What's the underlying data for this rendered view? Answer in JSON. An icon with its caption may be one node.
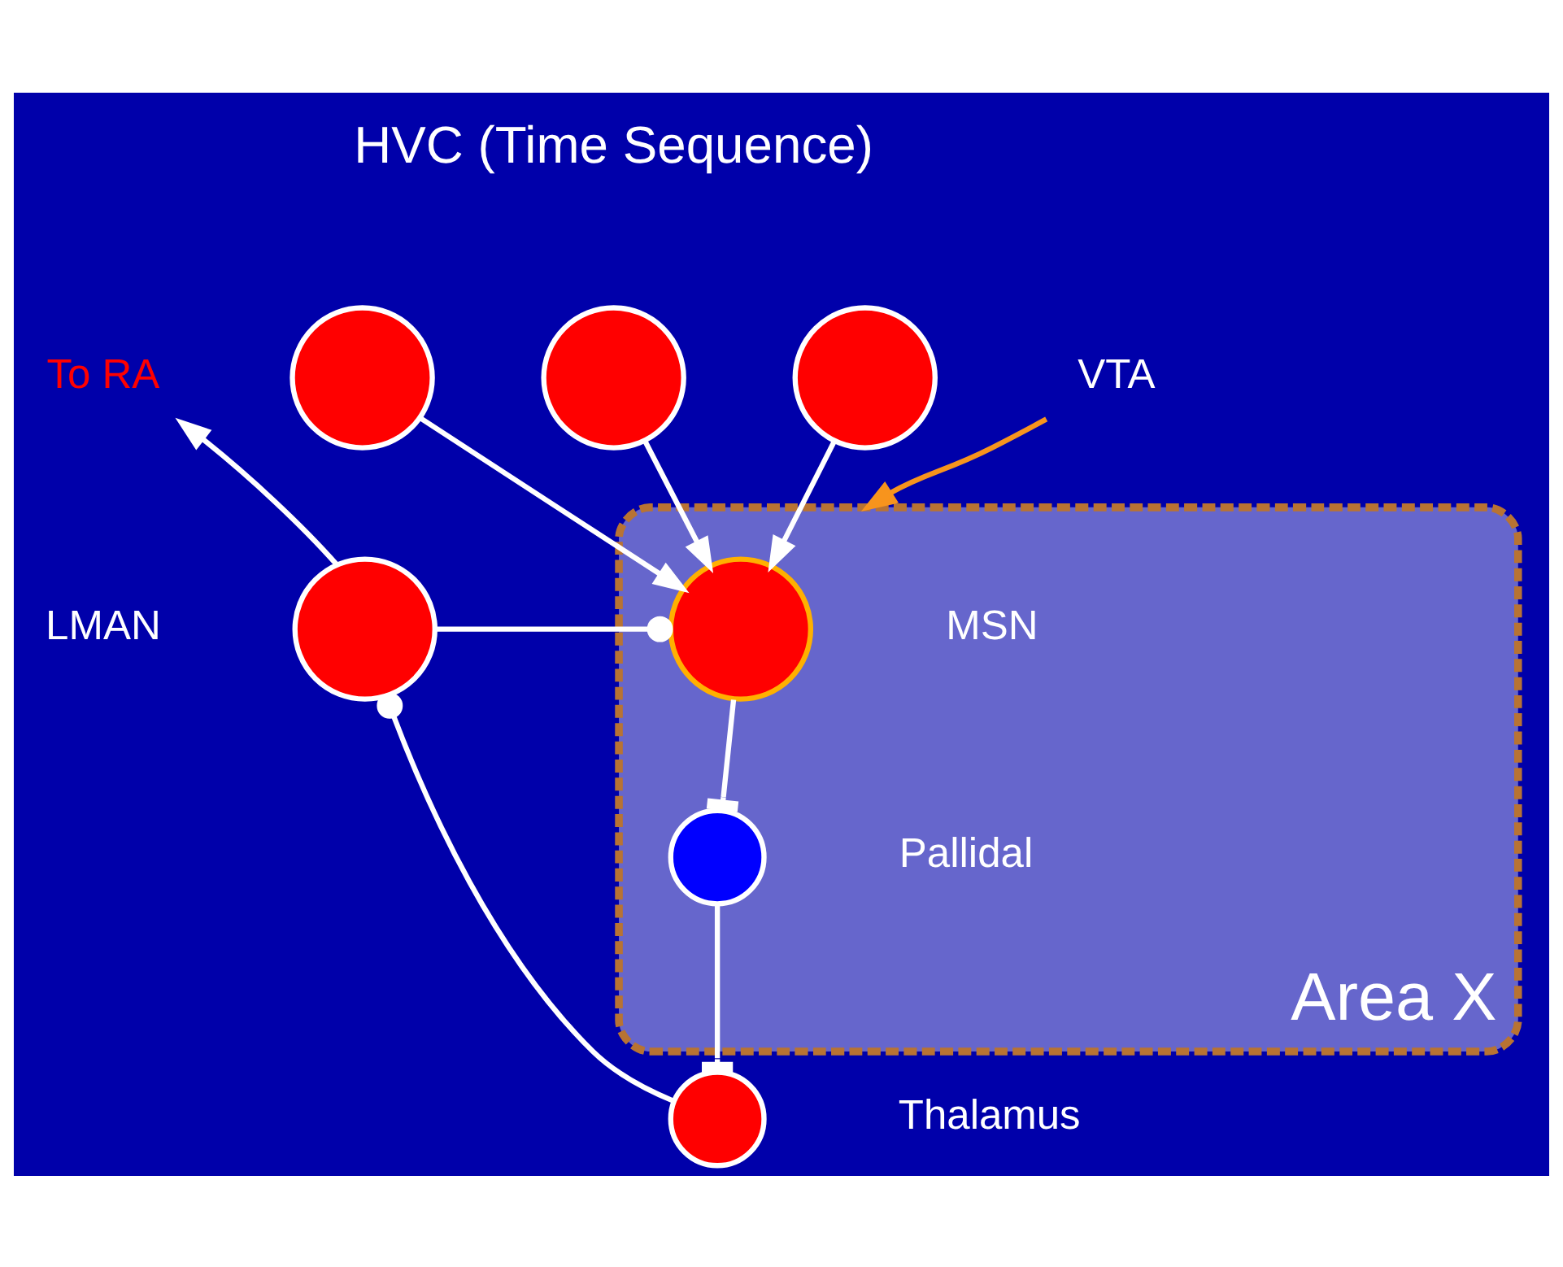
{
  "diagram": {
    "nodes": [
      {
        "text": [
          "Area X"
        ]
      },
      {
        "text": [],
        "shape": "circle"
      },
      {
        "text": [],
        "shape": "circle"
      },
      {
        "text": [],
        "shape": "circle"
      },
      {
        "text": [],
        "shape": "circle",
        "beside": [
          "MSN"
        ],
        "in": 0
      },
      {
        "text": [],
        "shape": "circle",
        "beside": [
          "Pallidal"
        ],
        "in": 0
      },
      {
        "text": [],
        "shape": "circle",
        "beside": [
          "Thalamus"
        ]
      },
      {
        "text": [],
        "shape": "circle",
        "beside": [
          "LMAN"
        ]
      },
      {
        "text": [
          "To RA"
        ]
      },
      {
        "text": [
          "VTA"
        ]
      }
    ],
    "edges": [
      {
        "from": 1,
        "to": 4,
        "arrow": "to"
      },
      {
        "from": 2,
        "to": 4,
        "arrow": "to"
      },
      {
        "from": 3,
        "to": 4,
        "arrow": "to"
      },
      {
        "from": 7,
        "to": 4,
        "arrow": "other"
      },
      {
        "from": 7,
        "to": 8,
        "arrow": "to"
      },
      {
        "from": 4,
        "to": 5,
        "arrow": "other"
      },
      {
        "from": 5,
        "to": 6,
        "arrow": "other"
      },
      {
        "from": 6,
        "to": 7,
        "arrow": "other"
      },
      {
        "from": 9,
        "to": 0,
        "arrow": "to",
        "color": "#f7941d"
      }
    ],
    "labels": [
      "HVC (Time Sequence)"
    ]
  }
}
